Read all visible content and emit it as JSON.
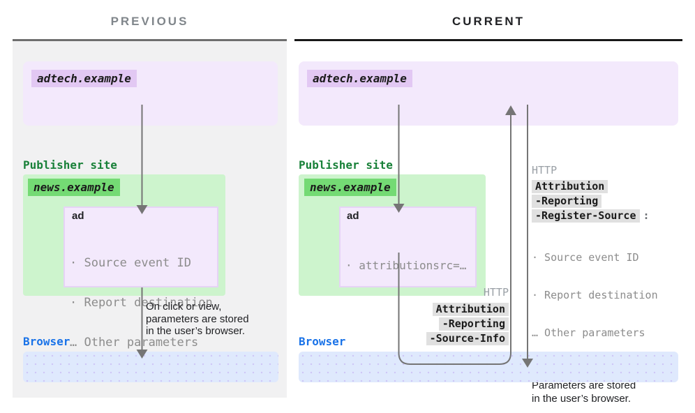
{
  "left": {
    "title": "PREVIOUS",
    "adtech": "adtech.example",
    "publisher": "Publisher site",
    "news": "news.example",
    "ad_label": "ad",
    "params": [
      "· Source event ID",
      "· Report destination",
      "… Other parameters"
    ],
    "note": "On click or view,\nparameters are stored\nin the user’s browser.",
    "browser": "Browser"
  },
  "right": {
    "title": "CURRENT",
    "adtech": "adtech.example",
    "publisher": "Publisher site",
    "news": "news.example",
    "ad_label": "ad",
    "params": [
      "· attributionsrc=…"
    ],
    "register_source": {
      "protocol": "HTTP",
      "header_parts": [
        "Attribution",
        "-Reporting",
        "-Register-Source"
      ],
      "colon": ":",
      "params": [
        "· Source event ID",
        "· Report destination",
        "… Other parameters"
      ],
      "note": "Parameters are stored\nin the user’s browser."
    },
    "source_info": {
      "protocol": "HTTP",
      "header_parts": [
        "Attribution",
        "-Reporting",
        "-Source-Info"
      ]
    },
    "browser": "Browser"
  },
  "colors": {
    "adtech_box": "#f3e9fc",
    "adtech_label_bg": "#e2c8f3",
    "publisher_box": "#cdf4cd",
    "publisher_label_bg": "#74da74",
    "publisher_text": "#188038",
    "browser_text": "#1a73e8",
    "browser_box": "#dfe9fd",
    "arrow": "#757575",
    "header_chip_bg": "#e0e0e0",
    "muted_text": "#8c8c8c"
  }
}
